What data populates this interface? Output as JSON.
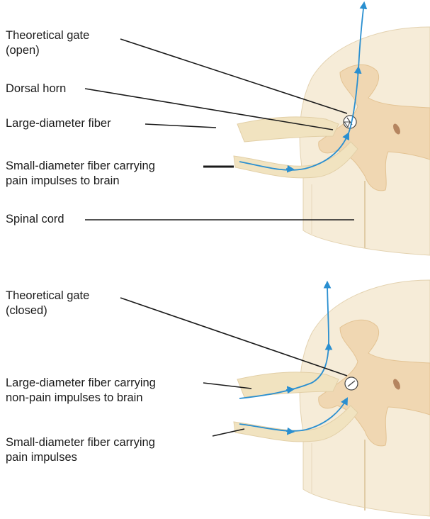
{
  "panels": [
    {
      "id": "open",
      "labels": {
        "gate_line1": "Theoretical gate",
        "gate_line2": "(open)",
        "dorsal_horn": "Dorsal horn",
        "large_fiber": "Large-diameter fiber",
        "small_fiber_line1": "Small-diameter fiber carrying",
        "small_fiber_line2": "pain impulses to brain",
        "spinal_cord": "Spinal cord"
      }
    },
    {
      "id": "closed",
      "labels": {
        "gate_line1": "Theoretical gate",
        "gate_line2": "(closed)",
        "large_fiber_line1": "Large-diameter fiber carrying",
        "large_fiber_line2": "non-pain impulses to brain",
        "small_fiber_line1": "Small-diameter fiber carrying",
        "small_fiber_line2": "pain impulses"
      }
    }
  ],
  "colors": {
    "white_matter": "#f6ecd8",
    "gray_matter": "#f0d7b2",
    "fiber": "#f1e3c0",
    "impulse_arrow": "#2a8fd0",
    "leader_line": "#1a1a1a"
  }
}
